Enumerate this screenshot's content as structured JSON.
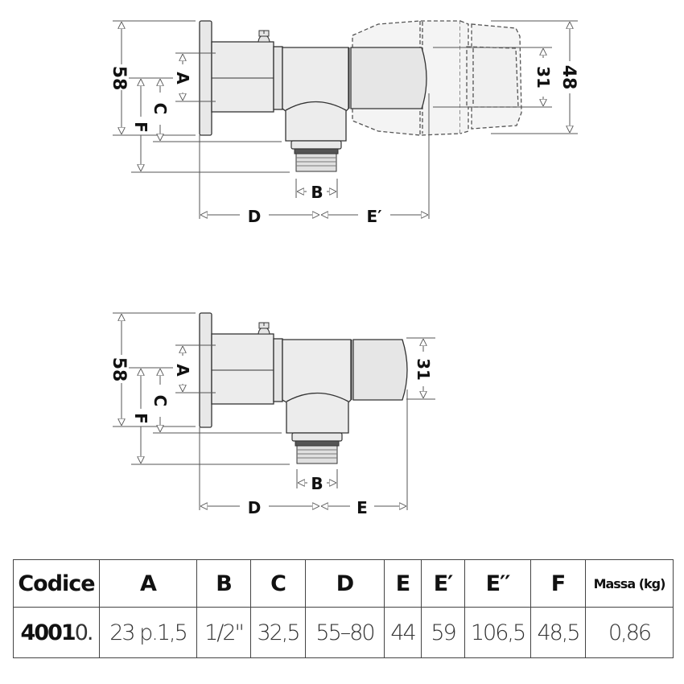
{
  "drawings": {
    "top": {
      "labels": {
        "overall_height": "58",
        "A": "A",
        "C": "C",
        "F": "F",
        "B": "B",
        "D": "D",
        "E_prime": "E′",
        "inner_height": "31",
        "outer_height": "48"
      }
    },
    "bottom": {
      "labels": {
        "overall_height": "58",
        "A": "A",
        "C": "C",
        "F": "F",
        "B": "B",
        "D": "D",
        "E": "E",
        "inner_height": "31"
      }
    },
    "colors": {
      "body_fill": "#ececec",
      "thread_dark": "#555555",
      "line": "#222222",
      "dim_line": "#555555"
    }
  },
  "table": {
    "headers": [
      "Codice",
      "A",
      "B",
      "C",
      "D",
      "E",
      "E′",
      "E′′",
      "F",
      "Massa (kg)"
    ],
    "rows": [
      {
        "codice_bold": "4001",
        "codice_light": "0.",
        "A": "23 p.1,5",
        "B": "1/2\"",
        "C": "32,5",
        "D": "55–80",
        "E": "44",
        "E_prime": "59",
        "E_double_prime": "106,5",
        "F": "48,5",
        "massa": "0,86"
      }
    ]
  }
}
